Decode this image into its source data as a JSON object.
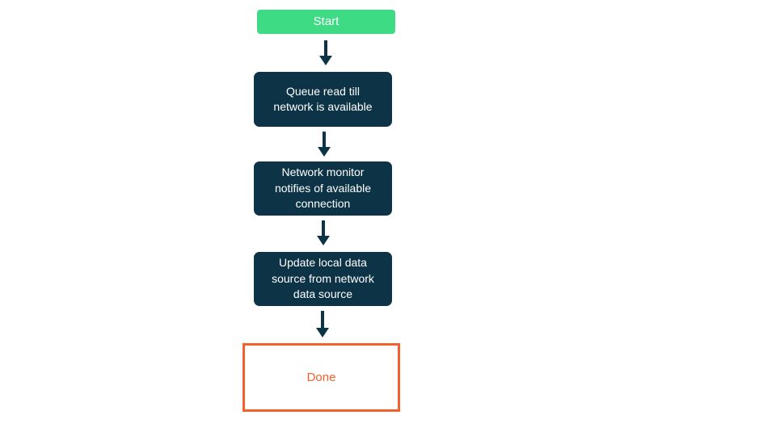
{
  "diagram": {
    "title": "offline data sync flowchart",
    "colors": {
      "canvas_bg": "#ffffff",
      "start_bg": "#3ddc84",
      "start_text": "#ffffff",
      "process_bg": "#0d3346",
      "process_text": "#ffffff",
      "terminal_border": "#f2612d",
      "terminal_text": "#f2612d",
      "arrow": "#0d3346"
    },
    "nodes": [
      {
        "id": "start",
        "type": "start",
        "label": "Start"
      },
      {
        "id": "queue-read",
        "type": "process",
        "label": "Queue read till\nnetwork is available"
      },
      {
        "id": "network-monitor",
        "type": "process",
        "label": "Network monitor\nnotifies of available\nconnection"
      },
      {
        "id": "update-local-data",
        "type": "process",
        "label": "Update local data\nsource from network\ndata source"
      },
      {
        "id": "done",
        "type": "terminal",
        "label": "Done"
      }
    ],
    "edges": [
      {
        "from": "start",
        "to": "queue-read"
      },
      {
        "from": "queue-read",
        "to": "network-monitor"
      },
      {
        "from": "network-monitor",
        "to": "update-local-data"
      },
      {
        "from": "update-local-data",
        "to": "done"
      }
    ]
  }
}
